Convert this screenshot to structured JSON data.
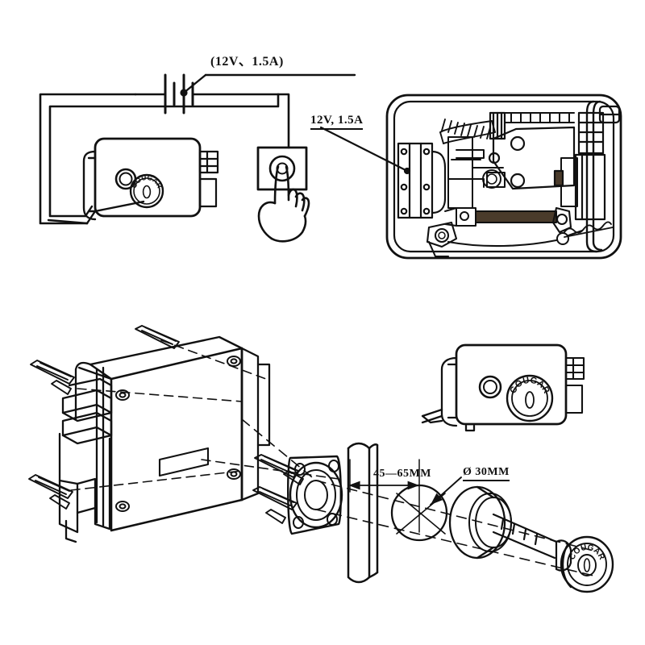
{
  "diagram": {
    "title": "Electric Control Lock Wiring and Installation Diagram",
    "background_color": "#ffffff",
    "line_color": "#111111",
    "brand": "COUGAR"
  },
  "labels": {
    "battery_rating": "(12V、1.5A)",
    "coil_rating": "12V, 1.5A",
    "door_thickness": "45—65MM",
    "hole_diameter": "Ø 30MM"
  },
  "panels": [
    {
      "id": "wiring-schematic",
      "name": "wiring-schematic",
      "description": "Top-left wiring diagram: 12V 1.5A battery supply wired in a loop to the electric lock body and a push-button switch pressed by a hand.",
      "components": [
        {
          "name": "battery-symbol",
          "label": "(12V、1.5A)",
          "cells": 2
        },
        {
          "name": "electric-lock-body",
          "badge": "COUGAR"
        },
        {
          "name": "push-button-switch",
          "shape": "square-plate-with-round-button"
        },
        {
          "name": "pressing-hand",
          "shape": "hand-index-finger"
        },
        {
          "name": "wire-loop",
          "count": 2
        }
      ]
    },
    {
      "id": "internal-mechanism",
      "name": "internal-mechanism-cutaway",
      "description": "Top-right cutaway showing the lock internals: solenoid coil rated 12V 1.5A, springs, levers, latch bolt and deadlocking plunger.",
      "callout": "12V, 1.5A",
      "components": [
        {
          "name": "solenoid-coil"
        },
        {
          "name": "coil-spring",
          "count": 2
        },
        {
          "name": "pivot-lever"
        },
        {
          "name": "latch-bolt"
        },
        {
          "name": "deadlock-plunger"
        },
        {
          "name": "housing-case"
        }
      ]
    },
    {
      "id": "exploded-installation",
      "name": "exploded-installation-view",
      "description": "Bottom exploded isometric assembly: lock body with mounting screws, strike flange, door jamb of 45—65MM thickness, Ø 30MM cylinder hole, escutcheon collar, threaded cylinder shaft and COUGAR knob.",
      "components": [
        {
          "name": "lock-body-isometric"
        },
        {
          "name": "mounting-screw",
          "count": 8
        },
        {
          "name": "cable-gland"
        },
        {
          "name": "strike-flange",
          "holes": 4
        },
        {
          "name": "door-jamb",
          "dimension": "45—65MM"
        },
        {
          "name": "cylinder-hole",
          "dimension": "Ø 30MM"
        },
        {
          "name": "escutcheon-collar"
        },
        {
          "name": "threaded-cylinder-shaft"
        },
        {
          "name": "cougar-knob",
          "badge": "COUGAR"
        },
        {
          "name": "lock-front-view",
          "badge": "COUGAR"
        }
      ]
    }
  ]
}
